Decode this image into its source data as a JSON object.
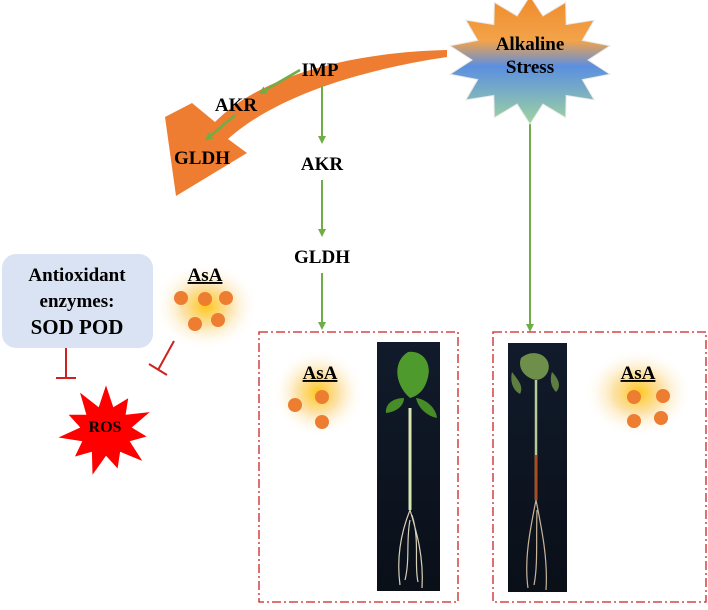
{
  "stress": {
    "line1": "Alkaline",
    "line2": "Stress"
  },
  "pathway": {
    "imp": "IMP",
    "akr": "AKR",
    "gldh": "GLDH"
  },
  "curved_pathway": {
    "akr": "AKR",
    "gldh": "GLDH"
  },
  "antioxidant": {
    "line1": "Antioxidant",
    "line2": "enzymes:",
    "line3": "SOD POD"
  },
  "asa_left": "AsA",
  "asa_mid": "AsA",
  "asa_right": "AsA",
  "ros": "ROS",
  "colors": {
    "curved_arrow": "#ee7d31",
    "pathway_arrow": "#70ad47",
    "box_border": "#cc2222",
    "enzyme_box": "#dae3f3",
    "ros_star": "#ff0000",
    "asa_dot": "#ed7d31",
    "asa_glow": "#ffc000"
  }
}
